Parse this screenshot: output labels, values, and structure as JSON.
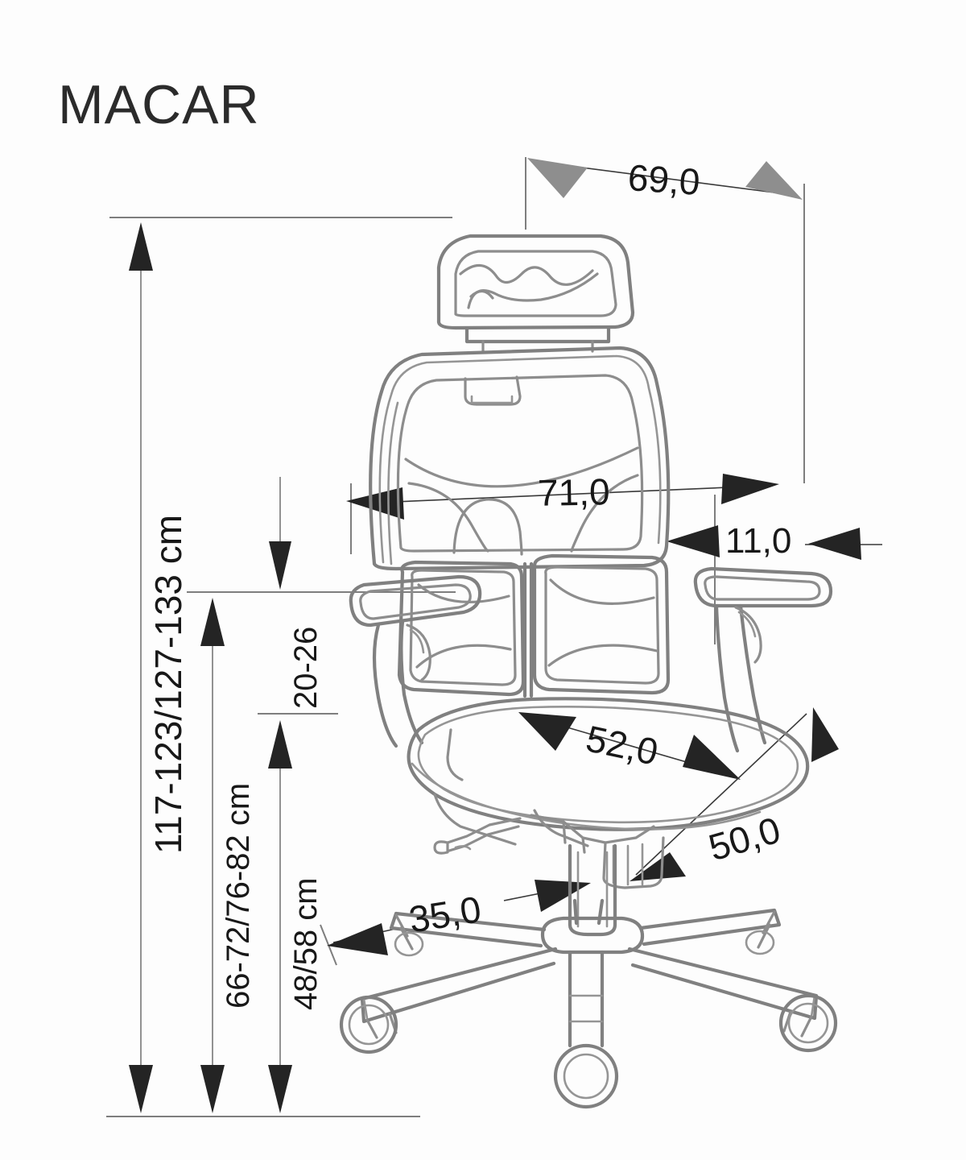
{
  "drawing": {
    "product_name": "MACAR",
    "type": "technical-dimension-drawing",
    "subject": "office-chair",
    "background_color": "#fdfdfd",
    "line_color": "#808080",
    "arrow_color_primary": "#222222",
    "arrow_color_secondary": "#8a8a8a",
    "text_color": "#181818"
  },
  "dimensions": {
    "total_height": {
      "label": "117-123/127-133 cm",
      "orientation": "vertical",
      "unit": "cm"
    },
    "seat_back_height": {
      "label": "66-72/76-82 cm",
      "orientation": "vertical",
      "unit": "cm"
    },
    "seat_height": {
      "label": "48/58 cm",
      "orientation": "vertical",
      "unit": "cm"
    },
    "armrest_adjust": {
      "label": "20-26",
      "orientation": "vertical",
      "unit": ""
    },
    "overall_depth": {
      "label": "69,0",
      "orientation": "horizontal-top",
      "unit": ""
    },
    "backrest_width": {
      "label": "71,0",
      "orientation": "horizontal",
      "unit": ""
    },
    "armrest_offset": {
      "label": "11,0",
      "orientation": "horizontal",
      "unit": ""
    },
    "seat_width": {
      "label": "52,0",
      "orientation": "diagonal",
      "unit": ""
    },
    "seat_depth": {
      "label": "50,0",
      "orientation": "diagonal",
      "unit": ""
    },
    "base_span": {
      "label": "35,0",
      "orientation": "diagonal",
      "unit": ""
    }
  }
}
